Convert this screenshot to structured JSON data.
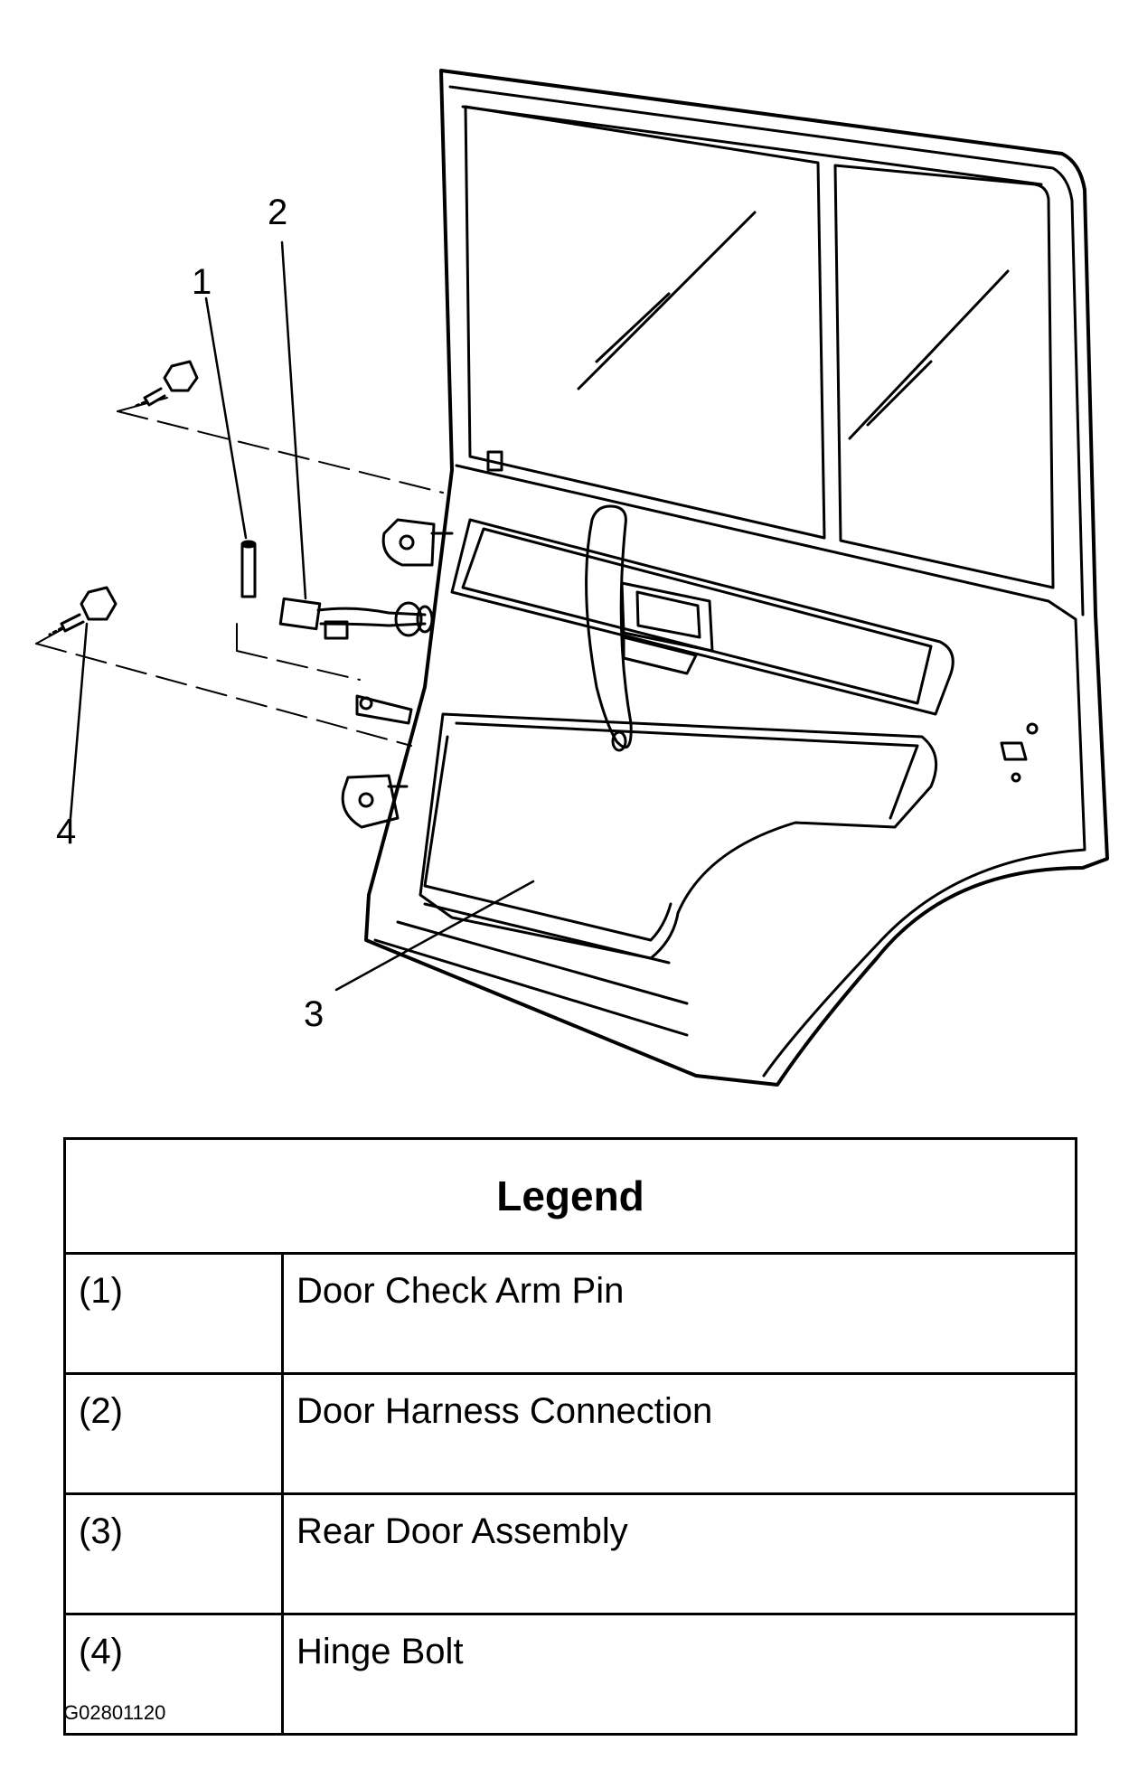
{
  "callouts": [
    {
      "label": "1"
    },
    {
      "label": "2"
    },
    {
      "label": "3"
    },
    {
      "label": "4"
    }
  ],
  "legend": {
    "title": "Legend",
    "rows": [
      {
        "num": "(1)",
        "desc": "Door Check Arm Pin"
      },
      {
        "num": "(2)",
        "desc": "Door Harness Connection"
      },
      {
        "num": "(3)",
        "desc": "Rear Door Assembly"
      },
      {
        "num": "(4)",
        "desc": "Hinge Bolt"
      }
    ]
  },
  "figure_id": "G02801120"
}
